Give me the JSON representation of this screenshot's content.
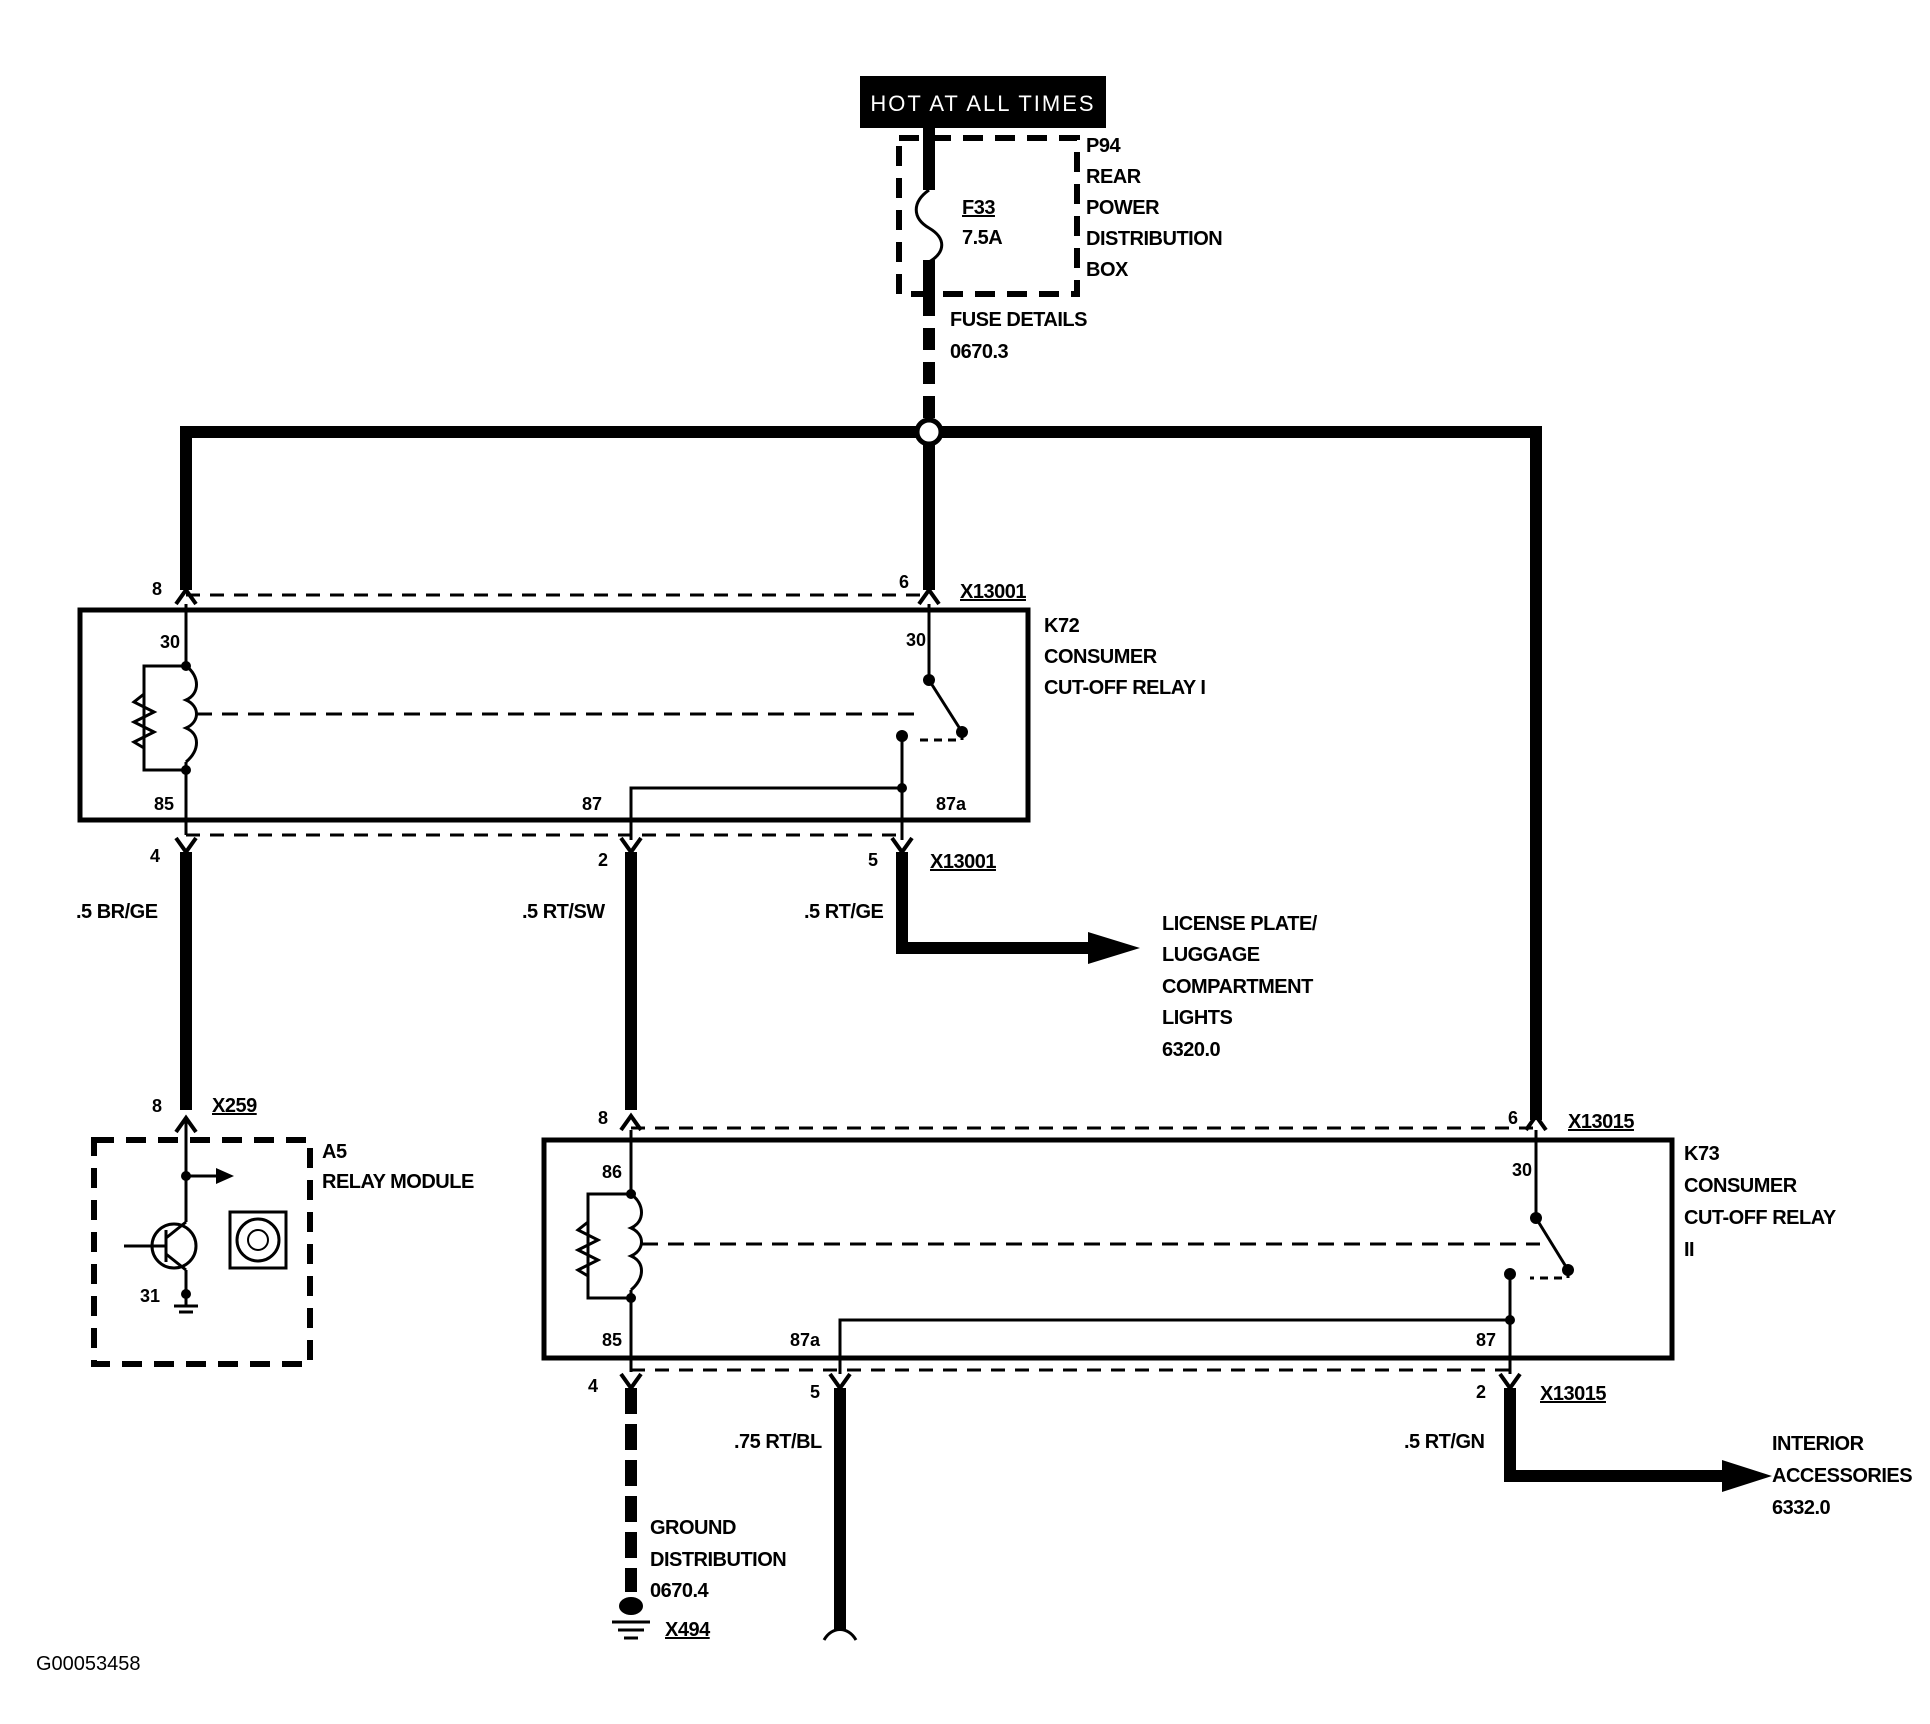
{
  "diagram_id": "G00053458",
  "power": {
    "hot_label": "HOT AT ALL TIMES",
    "fuse_name": "F33",
    "fuse_rating": "7.5A",
    "box_lines": [
      "P94",
      "REAR",
      "POWER",
      "DISTRIBUTION",
      "BOX"
    ],
    "fuse_details": [
      "FUSE DETAILS",
      "0670.3"
    ]
  },
  "k72": {
    "label_lines": [
      "K72",
      "CONSUMER",
      "CUT-OFF RELAY I"
    ],
    "connector": "X13001",
    "pins": {
      "left_top": "8",
      "right_top": "6",
      "t30_left": "30",
      "t30_right": "30",
      "t85": "85",
      "t87": "87",
      "t87a": "87a",
      "out_4": "4",
      "out_2": "2",
      "out_5": "5"
    },
    "connector_bottom": "X13001"
  },
  "k73": {
    "label_lines": [
      "K73",
      "CONSUMER",
      "CUT-OFF RELAY",
      "II"
    ],
    "connector": "X13015",
    "pins": {
      "left_top": "8",
      "right_top": "6",
      "t86": "86",
      "t30": "30",
      "t85": "85",
      "t87a": "87a",
      "t87": "87",
      "out_4": "4",
      "out_5": "5",
      "out_2": "2"
    },
    "connector_bottom": "X13015"
  },
  "wires": {
    "br_ge": ".5 BR/GE",
    "rt_sw": ".5 RT/SW",
    "rt_ge": ".5 RT/GE",
    "rt_bl": ".75 RT/BL",
    "rt_gn": ".5 RT/GN"
  },
  "a5": {
    "connector": "X259",
    "pin_top": "8",
    "pin_ground": "31",
    "label_lines": [
      "A5",
      "RELAY MODULE"
    ]
  },
  "license": {
    "lines": [
      "LICENSE PLATE/",
      "LUGGAGE",
      "COMPARTMENT",
      "LIGHTS",
      "6320.0"
    ]
  },
  "interior": {
    "lines": [
      "INTERIOR",
      "ACCESSORIES",
      "6332.0"
    ]
  },
  "ground": {
    "lines": [
      "GROUND",
      "DISTRIBUTION",
      "0670.4"
    ],
    "connector": "X494"
  }
}
